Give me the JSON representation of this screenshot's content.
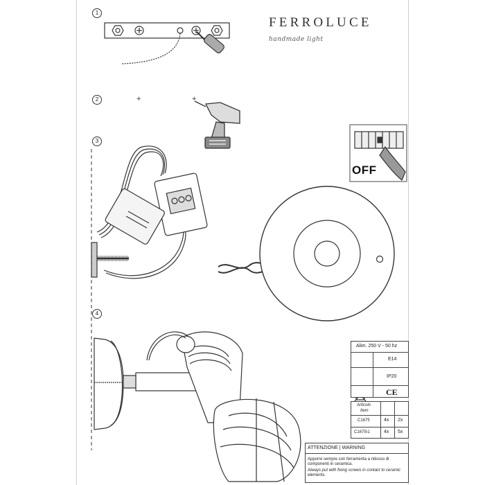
{
  "brand": {
    "name": "FERROLUCE",
    "tagline": "handmade light"
  },
  "steps": [
    "1",
    "2",
    "3",
    "4"
  ],
  "plus_sign": "+",
  "switch_label": "OFF",
  "specs": {
    "supply": "Alim. 250 V - 50 hz",
    "socket": "E14",
    "protection": "IP20",
    "ce_mark": "CE"
  },
  "parts_table": {
    "header_article": "Articolo",
    "header_item": "Item",
    "rows": [
      {
        "code": "C1675",
        "qty_a": "4x",
        "qty_b": "2x"
      },
      {
        "code": "C1675\\1",
        "qty_a": "4x",
        "qty_b": "5x"
      }
    ]
  },
  "warning": {
    "title": "ATTENZIONE | WARNING",
    "text_it": "Apporre sempre con ferramenta a ridosso di componenti in ceramica.",
    "text_en": "Always put with fixing screws in contact to ceramic elements."
  },
  "colors": {
    "line": "#333333",
    "gray_fill": "#cccccc",
    "dark_fill": "#555555"
  }
}
